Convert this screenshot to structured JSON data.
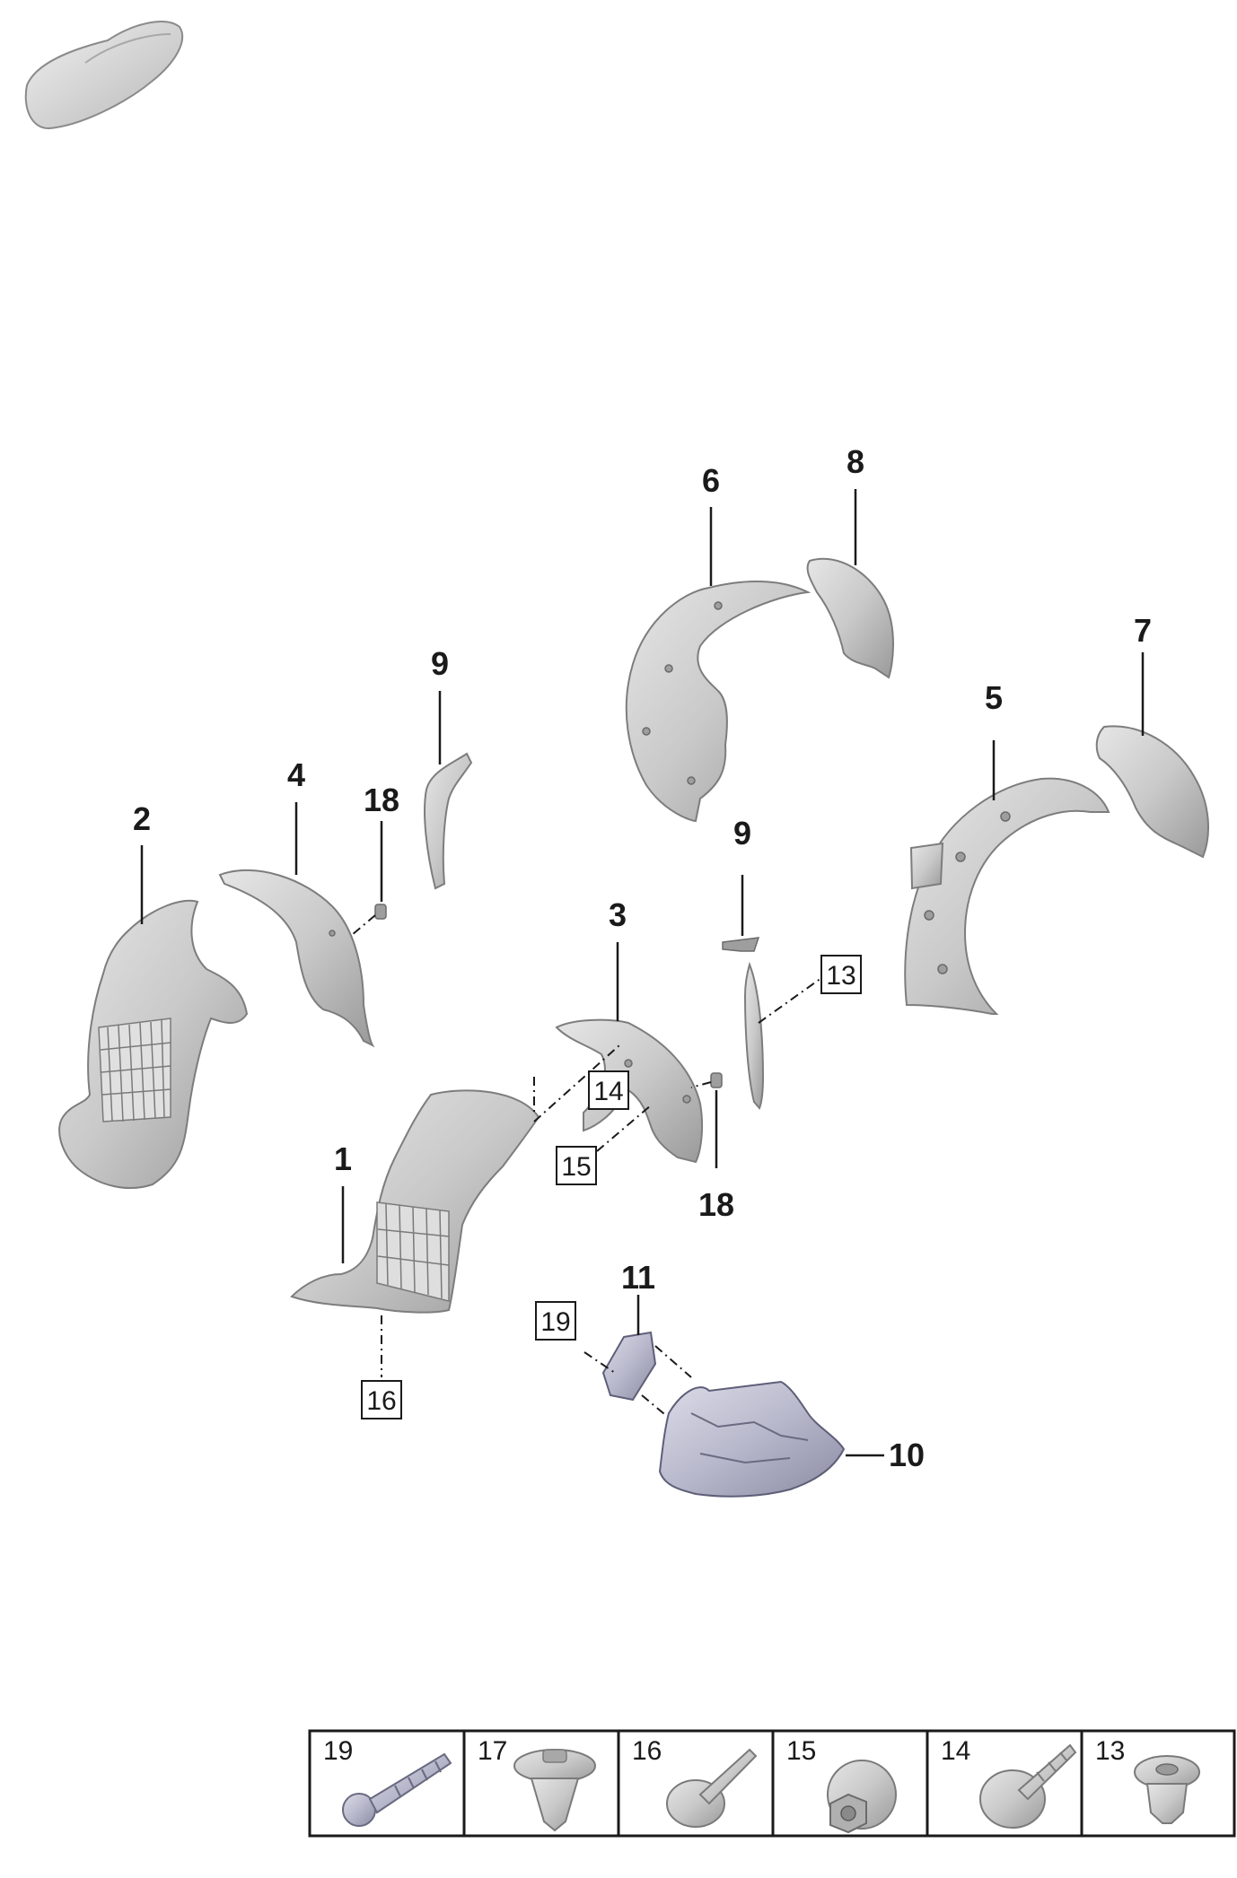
{
  "callouts": {
    "c1": "1",
    "c2": "2",
    "c3": "3",
    "c4": "4",
    "c5": "5",
    "c6": "6",
    "c7": "7",
    "c8": "8",
    "c9a": "9",
    "c9b": "9",
    "c10": "10",
    "c11": "11",
    "c18a": "18",
    "c18b": "18"
  },
  "boxed_refs": {
    "b13": "13",
    "b14": "14",
    "b15": "15",
    "b16": "16",
    "b19": "19"
  },
  "fastener_table": {
    "cells": [
      {
        "number": "19",
        "icon": "screw-long-icon"
      },
      {
        "number": "17",
        "icon": "push-clip-icon"
      },
      {
        "number": "16",
        "icon": "plastic-rivet-icon"
      },
      {
        "number": "15",
        "icon": "flange-nut-icon"
      },
      {
        "number": "14",
        "icon": "tapping-screw-icon"
      },
      {
        "number": "13",
        "icon": "expansion-clip-icon"
      }
    ]
  },
  "colors": {
    "part_grey": "#c8c8c8",
    "part_blue_grey": "#b4b4c8",
    "line": "#1a1a1a"
  }
}
